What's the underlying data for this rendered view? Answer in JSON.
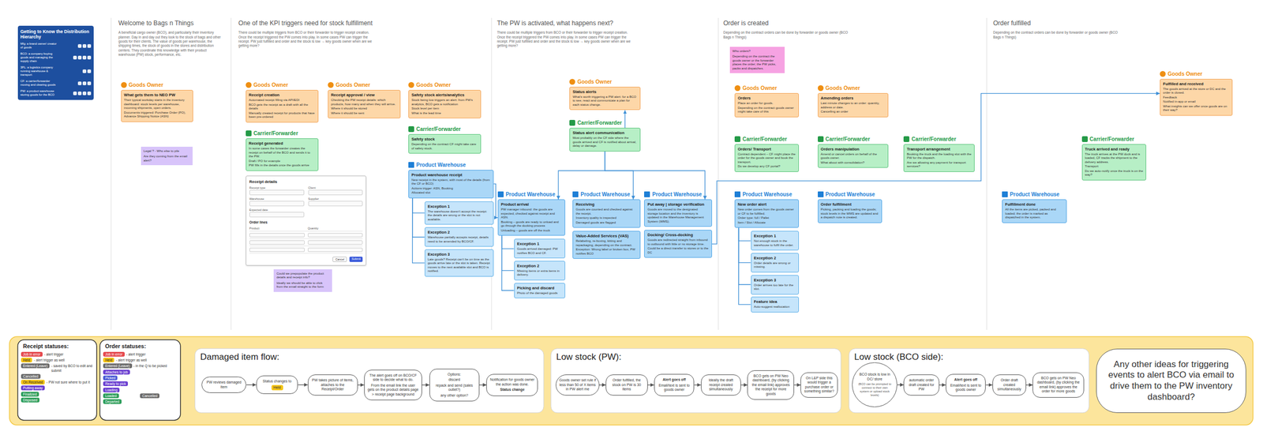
{
  "diagram": {
    "nodes": [
      {
        "text": [
          "Getting to Know the Distribution Hierarchy",
          "Mfg: a brand owner/ creator of goods",
          "BCO: a company buying goods and managing the supply chain",
          "3PL: a logistics company running warehouse & transport",
          "CF: a carrier/forwarder moving and clearing goods",
          "PW: a product warehouse storing goods for the BCO"
        ]
      },
      {
        "text": [
          "Goods Owner",
          "What gets them to NEO PW",
          "Their typical workday starts in the inventory dashboard: stock levels per warehouse, incoming shipments, open orders.",
          "Documents triggered: Purchase Order (PO), Advance Shipping Notice (ASN)"
        ]
      },
      {
        "text": [
          "Legal ? - Who else to pile",
          "Are they coming from the email alert?"
        ]
      },
      {
        "text": [
          "Goods Owner",
          "Receipt creation",
          "Automated receipt filling via API/EDI",
          "BCO gets the receipt as a draft with all the details",
          "Manually created receipt for products that have been pre-ordered"
        ]
      },
      {
        "text": [
          "Goods Owner",
          "Receipt approval / view",
          "Checking the PW receipt details: which products, how many and when they will arrive.",
          "Where it should be stored",
          "Where it should be sent"
        ]
      },
      {
        "text": [
          "Goods Owner",
          "Safety stock alerts/analytics",
          "Stock being low triggers an alert: from PW's analytics, BCO gets a notification",
          "Stock level per item",
          "What is the lead time"
        ]
      },
      {
        "text": [
          "Carrier/Forwarder",
          "Receipt generated",
          "In some cases the forwarder creates the receipt on behalf of the BCO and sends it to the PW.",
          "Draft / PO for example",
          "PW fills in the details once the goods arrive"
        ]
      },
      {
        "text": [
          "Receipt details",
          "Receipt type",
          "Client",
          "Warehouse",
          "Supplier",
          "Expected date",
          "Order lines",
          "Product",
          "Quantity",
          "Cancel",
          "Submit"
        ]
      },
      {
        "text": [
          "Could we prepopulate the product details and receipt info?",
          "Ideally we should be able to click from the email straight to the form"
        ]
      },
      {
        "text": [
          "Carrier/Forwarder",
          "Safety stock",
          "Depending on the contract CF might take care of safety stock."
        ]
      },
      {
        "text": [
          "Product Warehouse",
          "Product warehouse receipt",
          "New receipt in the system, with most of the details (from the CF or BCO)",
          "Actions trigger: ASN, Booking",
          "Allocated slot"
        ]
      },
      {
        "text": [
          "Exception 1",
          "The warehouse doesn't accept the receipt: the details are wrong or the slot is not available."
        ]
      },
      {
        "text": [
          "Exception 2",
          "Warehouse partially accepts receipt, details need to be amended by BCO/CF."
        ]
      },
      {
        "text": [
          "Exception 3",
          "Late goods? Receipt can't be on time as the goods arrive late or the slot is taken. Receipt moves to the next available slot and BCO is notified."
        ]
      },
      {
        "text": [
          "Goods Owner",
          "Status alerts",
          "What's worth triggering a PW alert: for a BCO to see, react and communicate a plan for each status change."
        ]
      },
      {
        "text": [
          "Carrier/Forwarder",
          "Status alert communication",
          "Most probably on the CF side where the goods arrived and CF is notified about arrival, delay or damage."
        ]
      },
      {
        "text": [
          "Product Warehouse",
          "Product arrival",
          "PW manager inbound: the goods are expected, checked against receipt and ASN.",
          "Booking – goods are ready to unload and go through the docking process",
          "Unloading – goods are off the truck"
        ]
      },
      {
        "text": [
          "Exception 1",
          "Goods arrived damaged: PW notifies BCO and CF."
        ]
      },
      {
        "text": [
          "Exception 2",
          "Missing items or extra items in delivery."
        ]
      },
      {
        "text": [
          "Picking and discard",
          "Photo of the damaged goods"
        ]
      },
      {
        "text": [
          "Product Warehouse",
          "Receiving",
          "Goods are counted and checked against the receipt.",
          "Inventory quality is inspected",
          "Damaged goods are flagged"
        ]
      },
      {
        "text": [
          "Value-Added Services (VAS)",
          "Relabeling, re-boxing, kitting and repackaging, depending on the contract.",
          "Exception: Wrong label or broken box, PW notifies BCO"
        ]
      },
      {
        "text": [
          "Product Warehouse",
          "Put away | storage verification",
          "Goods are moved to the designated storage location and the inventory is updated in the Warehouse Management System (WMS)."
        ]
      },
      {
        "text": [
          "Docking/ Cross-docking",
          "Goods are redirected straight from inbound to outbound with little or no storage time.",
          "Could be a direct transfer to stores or to the DC"
        ]
      },
      {
        "text": [
          "Who orders?",
          "Depending on the contract the goods owner or the forwarder places the order; the PW picks, packs and dispatches."
        ]
      },
      {
        "text": [
          "Goods Owner",
          "Orders",
          "Place an order for goods.",
          "Depending on the contract goods owner might take care of this"
        ]
      },
      {
        "text": [
          "Goods Owner",
          "Amending orders",
          "Last minute changes to an order: quantity, address or date.",
          "Cancelling an order"
        ]
      },
      {
        "text": [
          "Carrier/Forwarder",
          "Orders/ Transport",
          "Contract dependent – CF might place the order for the goods owner and book the transport.",
          "Do we develop any CF portal?"
        ]
      },
      {
        "text": [
          "Carrier/Forwarder",
          "Orders manipulation",
          "Amend or cancel orders on behalf of the goods owner.",
          "What about with consolidation?"
        ]
      },
      {
        "text": [
          "Carrier/Forwarder",
          "Transport arrangement",
          "Booking the truck and the loading slot with the PW for the dispatch.",
          "Are we allowing any payment for transport services?"
        ]
      },
      {
        "text": [
          "Product Warehouse",
          "New order alert",
          "New order comes from the goods owner or CF to be fulfilled.",
          "Order type: full / Pallet",
          "Item / Slot / Allocate"
        ]
      },
      {
        "text": [
          "Exception 1",
          "Not enough stock in the warehouse to fulfil the order."
        ]
      },
      {
        "text": [
          "Exception 2",
          "Order details are wrong or missing."
        ]
      },
      {
        "text": [
          "Exception 3",
          "Order arrives too late for the slot."
        ]
      },
      {
        "text": [
          "Feature idea",
          "Auto-suggest reallocation"
        ]
      },
      {
        "text": [
          "Product Warehouse",
          "Order fulfillment",
          "Picking, packing and loading the goods; stock levels in the WMS are updated and a dispatch note is created."
        ]
      },
      {
        "text": [
          "Goods Owner",
          "Fulfilled and received",
          "The goods arrived at the store or DC and the order is closed.",
          "Feedback",
          "Notified in-app or email",
          "What insights can we offer once goods are on their way?"
        ]
      },
      {
        "text": [
          "Carrier/Forwarder",
          "Truck arrived and ready",
          "The truck arrives at the PW dock and is loaded, CF tracks the shipment to the delivery address.",
          "Transport",
          "Do we auto-notify once the truck is on the way?"
        ]
      },
      {
        "text": [
          "Product Warehouse",
          "Fulfillment done",
          "All the items are picked, packed and loaded; the order is marked as dispatched in the system."
        ]
      },
      {
        "text": [
          "Receipt statuses:"
        ]
      },
      {
        "text": [
          "Job in error",
          "- alert trigger"
        ],
        "in": 39
      },
      {
        "text": [
          "Held",
          "- alert trigger as well"
        ],
        "in": 39
      },
      {
        "text": [
          "Entered (Leave)",
          "- saved by BCO to edit and submit"
        ],
        "in": 39
      },
      {
        "text": [
          "Cancelled"
        ],
        "in": 39
      },
      {
        "text": [
          "On Received",
          "- PW not sure where to put it"
        ],
        "in": 39
      },
      {
        "text": [
          "Putting away"
        ],
        "in": 39
      },
      {
        "text": [
          "Finalized"
        ],
        "in": 39
      },
      {
        "text": [
          "Disposed"
        ],
        "in": 39
      },
      {
        "text": [
          "Order statuses:"
        ]
      },
      {
        "text": [
          "Job in error",
          "- alert trigger"
        ],
        "in": 48
      },
      {
        "text": [
          "Held",
          "- alert trigger as well"
        ],
        "in": 48
      },
      {
        "text": [
          "Entered (Leave)",
          "- in the Q to be picked"
        ],
        "in": 48
      },
      {
        "text": [
          "Attaches to job"
        ],
        "in": 48
      },
      {
        "text": [
          "Picked"
        ],
        "in": 48
      },
      {
        "text": [
          "Ready to pick"
        ],
        "in": 48
      },
      {
        "text": [
          "Loading"
        ],
        "in": 48
      },
      {
        "text": [
          "Loaded"
        ],
        "in": 48
      },
      {
        "text": [
          "Cancelled"
        ],
        "in": 48
      },
      {
        "text": [
          "Departed"
        ],
        "in": 48
      },
      {
        "text": [
          "Damaged item flow:"
        ]
      },
      {
        "text": [
          "PW reviews damaged item"
        ],
        "in": 59
      },
      {
        "text": [
          "Status changes to",
          "Held"
        ],
        "in": 59
      },
      {
        "text": [
          "PW takes picture of items, attaches to the Receipt/Order"
        ],
        "in": 59
      },
      {
        "text": [
          "The alert goes off on BCO/CF side to decide what to do.",
          "From the email link the user gets on the product details page > receipt page background"
        ],
        "in": 59
      },
      {
        "text": [
          "Options:",
          "discard",
          "repack and send (sales outlet?)",
          "any other option?"
        ],
        "in": 59
      },
      {
        "text": [
          "Notification for goods owner the action was done.",
          "Status change"
        ],
        "in": 59
      },
      {
        "text": [
          "Low stock (PW):"
        ]
      },
      {
        "text": [
          "Goods owner set rule if less than 50 of X items in PW alert me"
        ],
        "in": 66
      },
      {
        "text": [
          "Order fulfilled, the stock on PW is 30 items"
        ],
        "in": 66
      },
      {
        "text": [
          "Alert goes off",
          "Email/text is sent to goods owner"
        ],
        "in": 66
      },
      {
        "text": [
          "Ideally the draft receipt created simultaneously"
        ],
        "in": 66
      },
      {
        "text": [
          "BCO gets on PW Neo dashboard, (by clicking the email link) approves the receipt for more goods"
        ],
        "in": 66
      },
      {
        "text": [
          "On L&P side this would trigger a purchase order or something similar?"
        ],
        "in": 66
      },
      {
        "text": [
          "Low stock (BCO side):"
        ]
      },
      {
        "text": [
          "BCO stock is low in DC/ store",
          "(BCO can be prompted to connect to their own system or upload stock levels)"
        ],
        "in": 73
      },
      {
        "text": [
          "automatic order draft created for PW"
        ],
        "in": 73
      },
      {
        "text": [
          "Alert goes off",
          "Email/text is sent to goods owner"
        ],
        "in": 73
      },
      {
        "text": [
          "Order draft created simultaneously"
        ],
        "in": 73
      },
      {
        "text": [
          "BCO gets on PW Neo dashboard, (by clicking the email link) approves the order for more goods"
        ],
        "in": 73
      },
      {
        "text": [
          "Any other ideas for triggering events to alert BCO via email to drive them to the PW inventory dashboard?"
        ]
      }
    ],
    "edges": [
      {
        "from": 10,
        "to": 16,
        "arrow": "to"
      },
      {
        "from": 15,
        "to": 16,
        "arrow": "to"
      },
      {
        "from": 15,
        "to": 20,
        "arrow": "to"
      },
      {
        "from": 15,
        "to": 22,
        "arrow": "to"
      },
      {
        "from": 15,
        "to": 14,
        "arrow": "to"
      },
      {
        "from": 10,
        "to": 11,
        "arrow": "none"
      },
      {
        "from": 10,
        "to": 12,
        "arrow": "none"
      },
      {
        "from": 10,
        "to": 13,
        "arrow": "none"
      },
      {
        "from": 16,
        "to": 17,
        "arrow": "none"
      },
      {
        "from": 16,
        "to": 18,
        "arrow": "none"
      },
      {
        "from": 16,
        "to": 19,
        "arrow": "none"
      },
      {
        "from": 30,
        "to": 31,
        "arrow": "none"
      },
      {
        "from": 30,
        "to": 32,
        "arrow": "none"
      },
      {
        "from": 30,
        "to": 33,
        "arrow": "none"
      },
      {
        "from": 30,
        "to": 34,
        "arrow": "none"
      },
      {
        "from": 23,
        "to": 36,
        "arrow": "to"
      },
      {
        "from": 60,
        "to": 61,
        "arrow": "to"
      },
      {
        "from": 61,
        "to": 62,
        "arrow": "to"
      },
      {
        "from": 62,
        "to": 63,
        "arrow": "to"
      },
      {
        "from": 63,
        "to": 64,
        "arrow": "to"
      },
      {
        "from": 64,
        "to": 65,
        "arrow": "to"
      },
      {
        "from": 67,
        "to": 68,
        "arrow": "to"
      },
      {
        "from": 68,
        "to": 69,
        "arrow": "to"
      },
      {
        "from": 69,
        "to": 70,
        "arrow": "to"
      },
      {
        "from": 70,
        "to": 71,
        "arrow": "to"
      },
      {
        "from": 71,
        "to": 72,
        "arrow": "to"
      },
      {
        "from": 74,
        "to": 75,
        "arrow": "to"
      },
      {
        "from": 75,
        "to": 76,
        "arrow": "to"
      },
      {
        "from": 76,
        "to": 77,
        "arrow": "to"
      },
      {
        "from": 77,
        "to": 78,
        "arrow": "to"
      }
    ],
    "labels": [
      "Welcome to Bags n Things",
      "A beneficial cargo owner (BCO), and particularly their inventory planner. Day in and day out they look to the stock of bags and other goods for their clients. The value of goods per warehouse, the shipping times, the stock of goods in the stores and distribution centers. They coordinate this knowledge with their product warehouse (PW) stock, performance, etc.",
      "One of the KPI triggers need for stock fulfillment",
      "There could be multiple triggers from BCO or their forwarder to trigger receipt creation. Once the receipt triggered the PW comes into play. In some cases PW can trigger the receipt. PW just fulfilled and order and the stock is low → key goods owner when are we getting more?",
      "The PW is activated, what happens next?",
      "There could be multiple triggers from BCO or their forwarder to trigger receipt creation. Once the receipt triggered the PW comes into play. In some cases PW can trigger the receipt. PW just fulfilled and order and the stock is low → key goods owner when are we getting more?",
      "Order is created",
      "Depending on the contract orders can be done by forwarder or goods owner (BCO Bags n Things)",
      "Order fulfilled",
      "Depending on the contract orders can be done by forwarder or goods owner (BCO Bags n Things)"
    ]
  }
}
